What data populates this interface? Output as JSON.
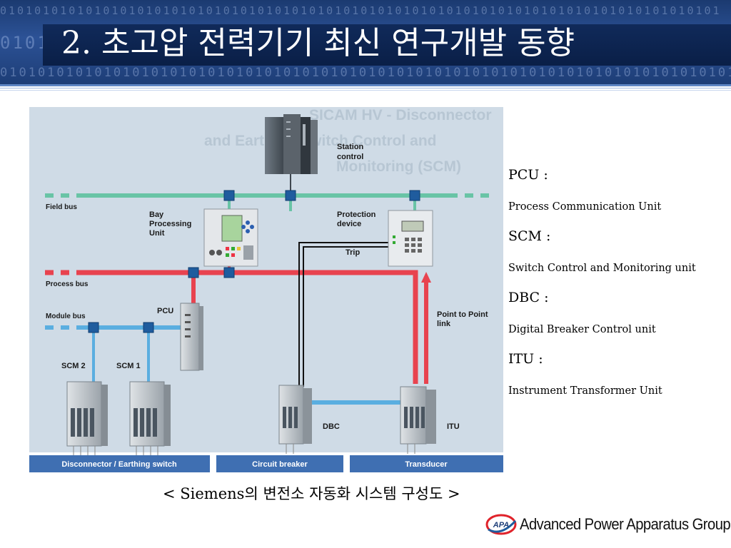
{
  "slide": {
    "title": "2. 초고압 전력기기 최신 연구개발 동향",
    "caption": "< Siemens의 변전소 자동화 시스템 구성도 >"
  },
  "banner": {
    "binary_text": "010101010101010101010101010101010101010101010101010101010101010101010101010101010101"
  },
  "diagram": {
    "labels": {
      "station_control": [
        "Station",
        "control"
      ],
      "field_bus": "Field bus",
      "bay_processing_unit": [
        "Bay",
        "Processing",
        "Unit"
      ],
      "protection_device": [
        "Protection",
        "device"
      ],
      "trip": "Trip",
      "process_bus": "Process bus",
      "pcu": "PCU",
      "module_bus": "Module bus",
      "point_to_point_link": [
        "Point to Point",
        "link"
      ],
      "scm2": "SCM 2",
      "scm1": "SCM 1",
      "dbc": "DBC",
      "itu": "ITU"
    },
    "footer_labels": [
      "Disconnector / Earthing switch",
      "Circuit breaker",
      "Transducer"
    ],
    "background_text": [
      "SICAM HV - Disconnector",
      "and Earthing Switch Control and",
      "Monitoring (SCM)"
    ],
    "colors": {
      "field_bus": "#69c4a6",
      "process_bus": "#e8434f",
      "module_bus": "#5aaee0",
      "node": "#1f5c9e",
      "footer": "#3f6fb2",
      "panel": "#cfdbe6"
    }
  },
  "legend": [
    {
      "abbr": "PCU :",
      "full": "Process Communication Unit"
    },
    {
      "abbr": "SCM :",
      "full": "Switch Control and Monitoring unit"
    },
    {
      "abbr": "DBC :",
      "full": "Digital Breaker Control unit"
    },
    {
      "abbr": "ITU :",
      "full": "Instrument Transformer Unit"
    }
  ],
  "logo": {
    "mark": "APA",
    "name": "Advanced Power Apparatus Group"
  }
}
